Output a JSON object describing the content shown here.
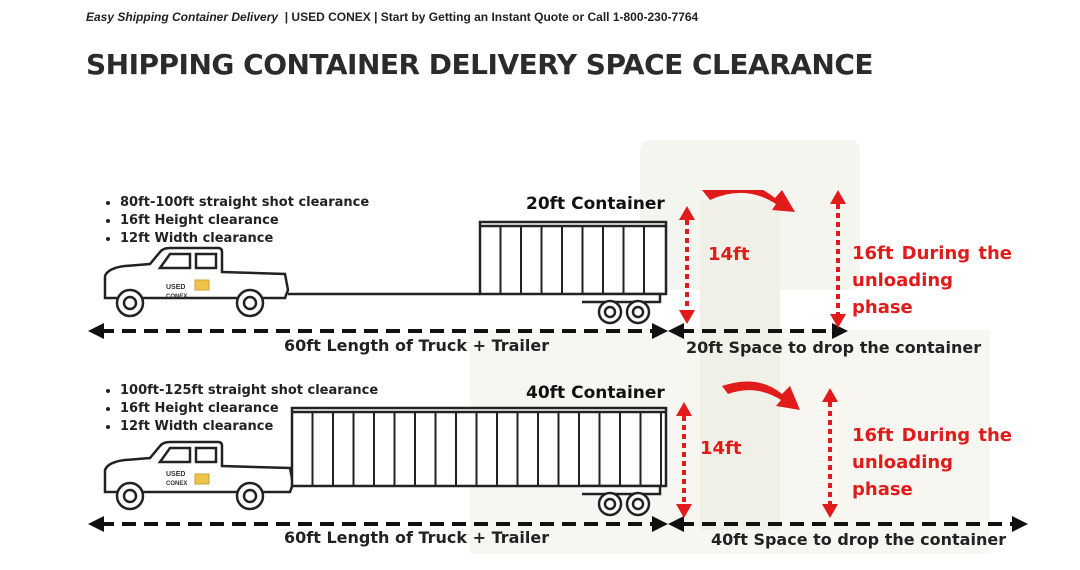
{
  "header": {
    "topline_brand": "Easy Shipping Container Delivery",
    "topline_rest": "  | USED CONEX | Start by Getting an Instant Quote or Call 1-800-230-7764",
    "title": "SHIPPING CONTAINER DELIVERY SPACE CLEARANCE"
  },
  "colors": {
    "accent_red": "#e11a1a",
    "ink": "#111111"
  },
  "truck_logo": {
    "line1": "USED",
    "line2": "CONEX"
  },
  "panels": [
    {
      "bullets": [
        "80ft-100ft straight shot clearance",
        "16ft Height clearance",
        "12ft Width clearance"
      ],
      "container_label": "20ft Container",
      "container_height": "14ft",
      "unloading_line1": "16ft During the",
      "unloading_line2": "unloading phase",
      "length_label": "60ft Length of Truck + Trailer",
      "space_label": "20ft Space to drop the container"
    },
    {
      "bullets": [
        "100ft-125ft straight shot clearance",
        "16ft Height clearance",
        "12ft Width clearance"
      ],
      "container_label": "40ft Container",
      "container_height": "14ft",
      "unloading_line1": "16ft During the",
      "unloading_line2": "unloading phase",
      "length_label": "60ft Length of Truck + Trailer",
      "space_label": "40ft Space to drop the container"
    }
  ]
}
